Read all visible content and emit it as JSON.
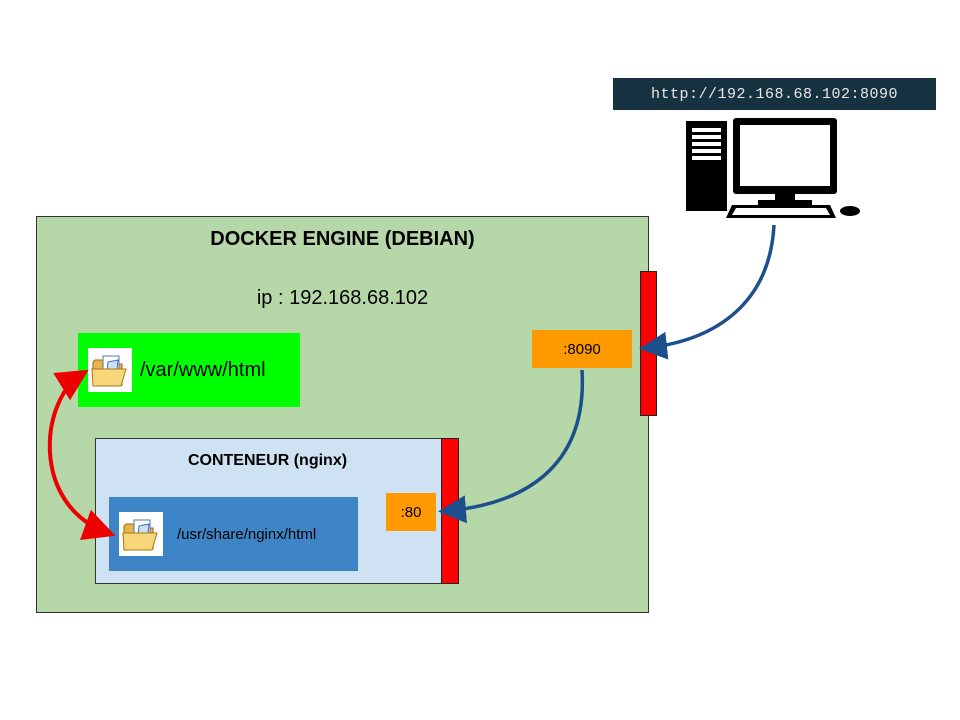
{
  "url_bar": {
    "text": "http://192.168.68.102:8090"
  },
  "engine": {
    "title": "DOCKER ENGINE (DEBIAN)",
    "ip": "ip : 192.168.68.102"
  },
  "host_volume": {
    "path": "/var/www/html"
  },
  "container": {
    "title": "CONTENEUR (nginx)",
    "volume_path": "/usr/share/nginx/html"
  },
  "ports": {
    "host": ":8090",
    "container": ":80"
  },
  "colors": {
    "url_bar_bg": "#163240",
    "engine_bg": "#b6d7a8",
    "host_volume_bg": "#00ff00",
    "container_bg": "#cfe2f3",
    "container_volume_bg": "#3d85c6",
    "port_bg": "#ff9900",
    "firewall": "#ff0000",
    "flow_arrow": "#1c4f8c",
    "mount_arrow": "#ee0000"
  },
  "icons": {
    "folder": "folder-icon",
    "computer": "desktop-computer-icon"
  }
}
